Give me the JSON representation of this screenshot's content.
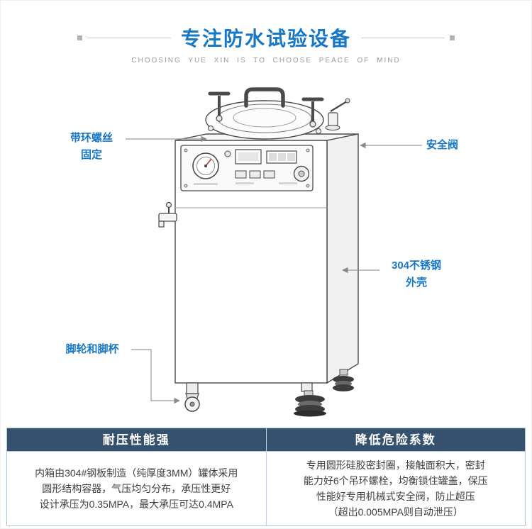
{
  "header": {
    "title": "专注防水试验设备",
    "subtitle": "CHOOSING YUE XIN IS TO CHOOSE PEACE OF MIND"
  },
  "callouts": {
    "ring_screw": {
      "line1": "带环螺丝",
      "line2": "固定"
    },
    "safety_valve": {
      "label": "安全阀"
    },
    "stainless_shell": {
      "line1": "304不锈钢",
      "line2": "外壳"
    },
    "casters": {
      "label": "脚轮和脚杯"
    }
  },
  "features": {
    "columns": [
      {
        "header": "耐压性能强",
        "lines": [
          "内箱由304#钢板制造（纯厚度3MM）罐体采用",
          "圆形结构容器，气压均匀分布，承压性更好",
          "设计承压为0.35MPA，最大承压可达0.4MPA"
        ]
      },
      {
        "header": "降低危险系数",
        "lines": [
          "专用圆形硅胶密封圈，接触面积大，密封",
          "能力好6个吊环螺栓，均衡锁住罐盖，保压",
          "性能好专用机械式安全阀，防止超压",
          "（超出0.005MPA则自动泄压）"
        ]
      }
    ]
  },
  "colors": {
    "accent_blue": "#1778c8",
    "table_header_bg": "#36516d",
    "table_border": "#a9c9e6"
  }
}
